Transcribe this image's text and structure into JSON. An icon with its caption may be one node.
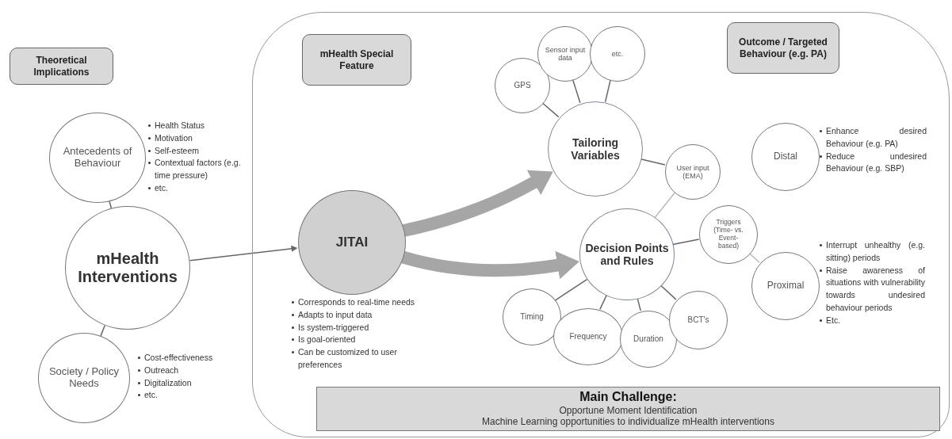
{
  "diagram": {
    "nodes": [
      {
        "text": [
          "Theoretical Implications"
        ]
      },
      {
        "text": [
          "Antecedents of Behaviour"
        ],
        "beside": [
          "Health Status",
          "Motivation",
          "Self-esteem",
          "Contextual factors (e.g. time pressure)",
          "etc."
        ]
      },
      {
        "text": [
          "mHealth Interventions"
        ]
      },
      {
        "text": [
          "Society / Policy Needs"
        ],
        "beside": [
          "Cost-effectiveness",
          "Outreach",
          "Digitalization",
          "etc."
        ]
      },
      {
        "text": [],
        "shape": "box"
      },
      {
        "text": [
          "mHealth Special Feature"
        ],
        "in": 4
      },
      {
        "text": [
          "JITAI"
        ],
        "in": 4,
        "beside": [
          "Corresponds to real-time needs",
          "Adapts to input data",
          "Is system-triggered",
          "Is goal-oriented",
          "Can be customized to user preferences"
        ]
      },
      {
        "text": [
          "GPS"
        ],
        "in": 4
      },
      {
        "text": [
          "Sensor input data"
        ],
        "in": 4
      },
      {
        "text": [
          "etc."
        ],
        "in": 4
      },
      {
        "text": [
          "Tailoring Variables"
        ],
        "in": 4
      },
      {
        "text": [
          "Outcome / Targeted Behaviour (e.g. PA)"
        ],
        "in": 4
      },
      {
        "text": [
          "User input (EMA)"
        ],
        "in": 4
      },
      {
        "text": [
          "Decision Points and Rules"
        ],
        "in": 4
      },
      {
        "text": [
          "Triggers (Time- vs. Event-based)"
        ],
        "in": 4
      },
      {
        "text": [
          "Distal"
        ],
        "in": 4,
        "beside": [
          "Enhance desired Behaviour (e.g. PA)",
          "Reduce undesired Behaviour (e.g. SBP)"
        ]
      },
      {
        "text": [
          "Proximal"
        ],
        "in": 4,
        "beside": [
          "Interrupt unhealthy (e.g. sitting) periods",
          "Raise awareness of situations with vulnerability towards undesired behaviour periods",
          "Etc."
        ]
      },
      {
        "text": [
          "Timing"
        ],
        "in": 4
      },
      {
        "text": [
          "Frequency"
        ],
        "in": 4
      },
      {
        "text": [
          "Duration"
        ],
        "in": 4
      },
      {
        "text": [
          "BCT's"
        ],
        "in": 4
      },
      {
        "text": [
          "Main Challenge:",
          "Opportune Moment Identification",
          "Machine Learning opportunities to individualize mHealth interventions"
        ],
        "in": 4
      }
    ],
    "edges": [
      {
        "from": 1,
        "to": 2,
        "arrow": "none"
      },
      {
        "from": 2,
        "to": 3,
        "arrow": "none"
      },
      {
        "from": 2,
        "to": 6,
        "arrow": "to"
      },
      {
        "from": 6,
        "to": 10,
        "arrow": "to",
        "style": "thick",
        "color": "#a6a6a6"
      },
      {
        "from": 6,
        "to": 13,
        "arrow": "to",
        "style": "thick",
        "color": "#a6a6a6"
      },
      {
        "from": 7,
        "to": 10,
        "arrow": "none"
      },
      {
        "from": 8,
        "to": 10,
        "arrow": "none"
      },
      {
        "from": 9,
        "to": 10,
        "arrow": "none"
      },
      {
        "from": 10,
        "to": 12,
        "arrow": "none"
      },
      {
        "from": 12,
        "to": 13,
        "arrow": "none",
        "color": "#b8b8b8"
      },
      {
        "from": 13,
        "to": 14,
        "arrow": "none"
      },
      {
        "from": 14,
        "to": 16,
        "arrow": "none",
        "color": "#b8b8b8"
      },
      {
        "from": 13,
        "to": 17,
        "arrow": "none"
      },
      {
        "from": 13,
        "to": 18,
        "arrow": "none"
      },
      {
        "from": 13,
        "to": 19,
        "arrow": "none"
      },
      {
        "from": 13,
        "to": 20,
        "arrow": "none"
      }
    ]
  }
}
